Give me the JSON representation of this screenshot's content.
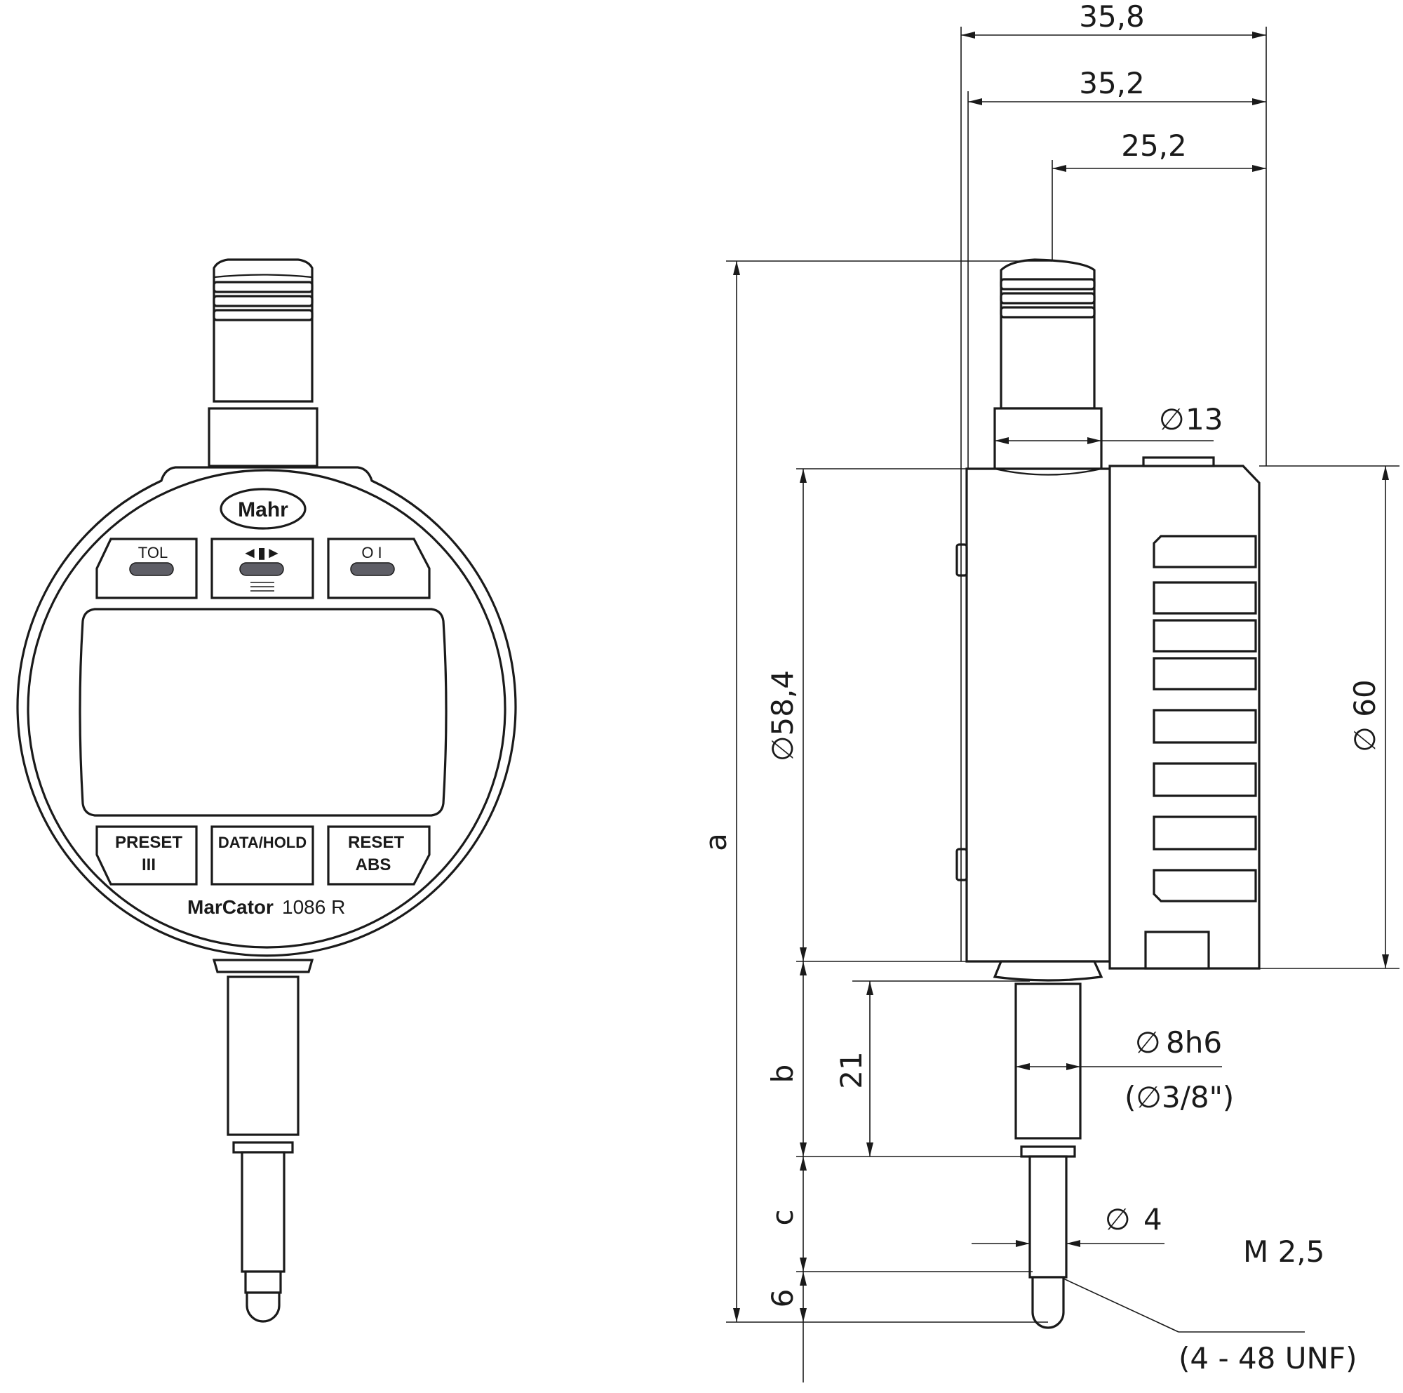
{
  "front_view": {
    "brand": "Mahr",
    "top_buttons": [
      {
        "label": "TOL"
      },
      {
        "label": "◄▮►"
      },
      {
        "label": "O I"
      }
    ],
    "bottom_buttons": [
      {
        "line1": "PRESET",
        "line2": "III"
      },
      {
        "line1": "DATA/HOLD",
        "line2": ""
      },
      {
        "line1": "RESET",
        "line2": "ABS"
      }
    ],
    "model_name": "MarCator",
    "model_number": "1086 R"
  },
  "side_view": {
    "dimensions": {
      "width_overall": "35,8",
      "width_body": "35,2",
      "width_stem_offset": "25,2",
      "dia_cap": "13",
      "dia_body": "58,4",
      "dia_bezel": "60",
      "dia_stem": "8h6",
      "dia_stem_inch": "(∅3/8\")",
      "stem_length": "21",
      "dia_tip": "4",
      "thread_metric": "M 2,5",
      "thread_unf": "(4 - 48 UNF)",
      "tip_length": "6",
      "label_a": "a",
      "label_b": "b",
      "label_c": "c"
    }
  }
}
